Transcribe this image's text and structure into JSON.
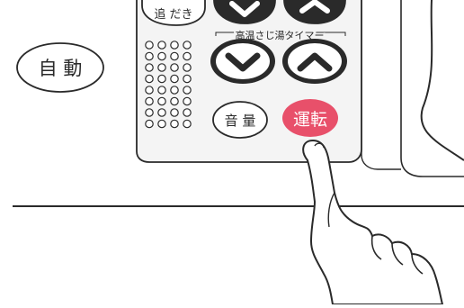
{
  "labels": {
    "auto_button": "自 動",
    "timer_caption": "高温さし湯タイマー",
    "top_partial_button": "追 だき",
    "volume_button": "音 量",
    "run_button": "運転"
  },
  "icons": {
    "up": "chevron-up-icon",
    "down": "chevron-down-icon",
    "pointer": "pointing-hand-icon"
  },
  "colors": {
    "line": "#2a2a2a",
    "panel_face": "#f4f4f4",
    "panel_shade": "#d8d8d8",
    "run_button_fill": "#e8506a",
    "run_button_text": "#ffffff",
    "button_fill": "#ffffff"
  }
}
